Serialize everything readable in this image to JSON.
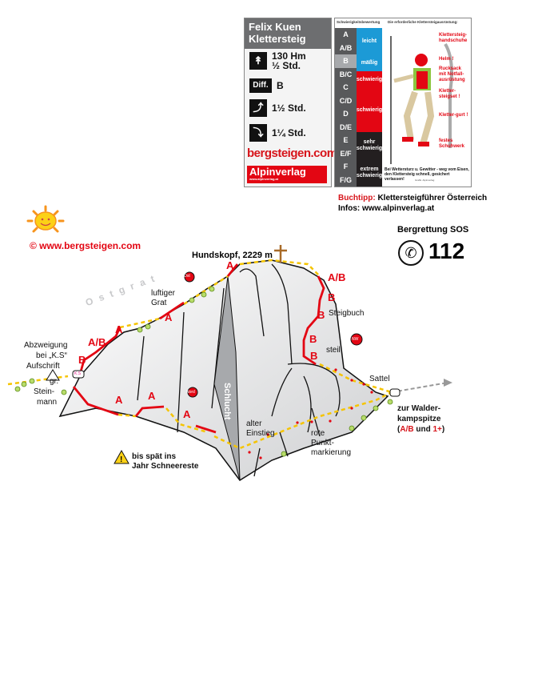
{
  "info_panel": {
    "title_line1": "Felix Kuen",
    "title_line2": "Klettersteig",
    "climb_height": "130 Hm",
    "climb_time": "½ Std.",
    "diff_label": "Diff.",
    "difficulty": "B",
    "approach_time": "1½ Std.",
    "descent_time": "1¼ Std.",
    "logo_bergsteigen": "bergsteigen.com",
    "logo_alpinverlag": "Alpinverlag",
    "logo_alpinverlag_url": "www.alpinverlag.at"
  },
  "grade_panel": {
    "header_left": "Schwierigkeitsbewertung",
    "header_right": "Die erforderliche Klettersteigausrüstung:",
    "grades": [
      "A",
      "A/B",
      "B",
      "B/C",
      "C",
      "C/D",
      "D",
      "D/E",
      "E",
      "E/F",
      "F",
      "F/G"
    ],
    "highlighted_grade": "B",
    "bands": [
      {
        "label": "leicht",
        "color": "#1c9ad6"
      },
      {
        "label": "mäßig",
        "color": "#1c9ad6"
      },
      {
        "label": "schwierig",
        "color": "#e30613"
      },
      {
        "label": "schwierig",
        "color": "#e30613"
      },
      {
        "label": "sehr schwierig",
        "color": "#231f20"
      },
      {
        "label": "extrem schwierig",
        "color": "#231f20"
      }
    ],
    "equipment": [
      "Klettersteig-handschuhe",
      "Helm !",
      "Rucksack mit Notfall-ausrüstung",
      "Kletter-steigset !",
      "Kletter-gurt !",
      "festes Schuhwerk"
    ],
    "warning": "Bei Wettersturz u. Gewitter - weg vom Eisen, den Klettersteig schnell, gesichert verlassen!",
    "credit": "Grafik: Alpinverlag"
  },
  "book_tip": {
    "label": "Buchtipp:",
    "text": "Klettersteigführer Österreich",
    "info": "Infos: www.alpinverlag.at"
  },
  "copyright": "©  www.bergsteigen.com",
  "sos": {
    "label": "Bergrettung SOS",
    "number": "112"
  },
  "topo": {
    "summit": "Hundskopf, 2229 m",
    "ridge": "Ostgrat",
    "labels": {
      "junction1": "Abzweigung",
      "junction2": "bei „K.S“",
      "junction3": "Aufschrift",
      "cairn1": "gr.",
      "cairn2": "Stein-",
      "cairn3": "mann",
      "airy1": "luftiger",
      "airy2": "Grat",
      "gully": "Schlucht",
      "old_start1": "alter",
      "old_start2": "Einstieg",
      "marking1": "rote",
      "marking2": "Punkt-",
      "marking3": "markierung",
      "logbook": "Steigbuch",
      "steep": "steil",
      "saddle": "Sattel",
      "walder1": "zur Walder-",
      "walder2": "kampspitze",
      "walder3_open": "(",
      "walder3_ab": "A/B",
      "walder3_und": " und ",
      "walder3_1": "1+",
      "walder3_close": ")",
      "snow1": "bis spät ins",
      "snow2": "Jahr Schneereste",
      "ks_marker": "K.S"
    },
    "grades": [
      "B",
      "A/B",
      "A",
      "A",
      "A",
      "A",
      "A",
      "A",
      "A/B",
      "B",
      "B",
      "B",
      "B"
    ],
    "compass": [
      "Ost",
      "Nord",
      "NW"
    ]
  },
  "colors": {
    "route": "#e30613",
    "path": "#f5c400",
    "accent": "#d7141a",
    "gully": "#a7a9ac"
  }
}
